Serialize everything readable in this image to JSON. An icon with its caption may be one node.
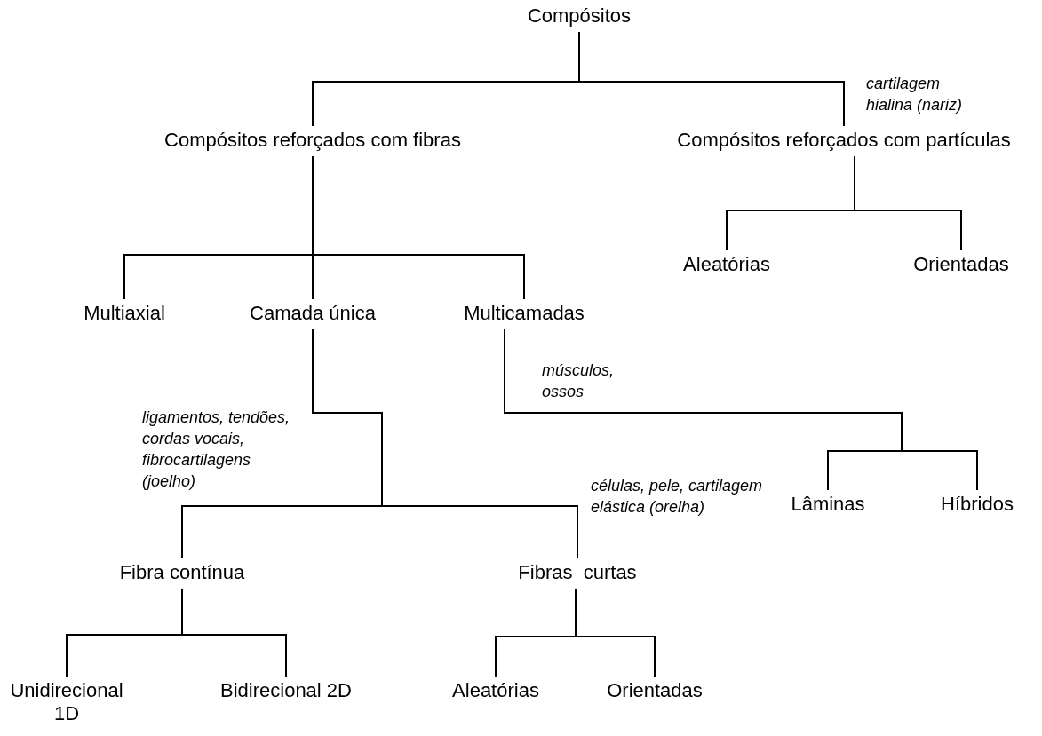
{
  "diagram": {
    "nodes": [
      {
        "text": [
          "Compósitos"
        ]
      },
      {
        "text": [
          "Compósitos reforçados com fibras"
        ]
      },
      {
        "text": [
          "Compósitos reforçados com partículas"
        ]
      },
      {
        "text": [
          "Aleatórias"
        ]
      },
      {
        "text": [
          "Orientadas"
        ]
      },
      {
        "text": [
          "Multiaxial"
        ]
      },
      {
        "text": [
          "Camada única"
        ]
      },
      {
        "text": [
          "Multicamadas"
        ]
      },
      {
        "text": [
          "Lâminas"
        ]
      },
      {
        "text": [
          "Híbridos"
        ]
      },
      {
        "text": [
          "Fibra contínua"
        ]
      },
      {
        "text": [
          "Fibras  curtas"
        ]
      },
      {
        "text": [
          "Unidirecional 1D"
        ]
      },
      {
        "text": [
          "Bidirecional 2D"
        ]
      },
      {
        "text": [
          "Aleatórias"
        ]
      },
      {
        "text": [
          "Orientadas"
        ]
      }
    ],
    "edges": [
      {
        "from": 0,
        "to": 1,
        "arrow": "none"
      },
      {
        "from": 0,
        "to": 2,
        "arrow": "none"
      },
      {
        "from": 2,
        "to": 3,
        "arrow": "none"
      },
      {
        "from": 2,
        "to": 4,
        "arrow": "none"
      },
      {
        "from": 1,
        "to": 5,
        "arrow": "none"
      },
      {
        "from": 1,
        "to": 6,
        "arrow": "none"
      },
      {
        "from": 1,
        "to": 7,
        "arrow": "none"
      },
      {
        "from": 7,
        "to": 8,
        "arrow": "none"
      },
      {
        "from": 7,
        "to": 9,
        "arrow": "none"
      },
      {
        "from": 6,
        "to": 10,
        "arrow": "none"
      },
      {
        "from": 6,
        "to": 11,
        "arrow": "none"
      },
      {
        "from": 10,
        "to": 12,
        "arrow": "none"
      },
      {
        "from": 10,
        "to": 13,
        "arrow": "none"
      },
      {
        "from": 11,
        "to": 14,
        "arrow": "none"
      },
      {
        "from": 11,
        "to": 15,
        "arrow": "none"
      }
    ],
    "labels": [
      "cartilagem hialina (nariz)",
      "músculos, ossos",
      "ligamentos, tendões, cordas vocais, fibrocartilagens (joelho)",
      "células, pele, cartilagem elástica (orelha)"
    ]
  }
}
